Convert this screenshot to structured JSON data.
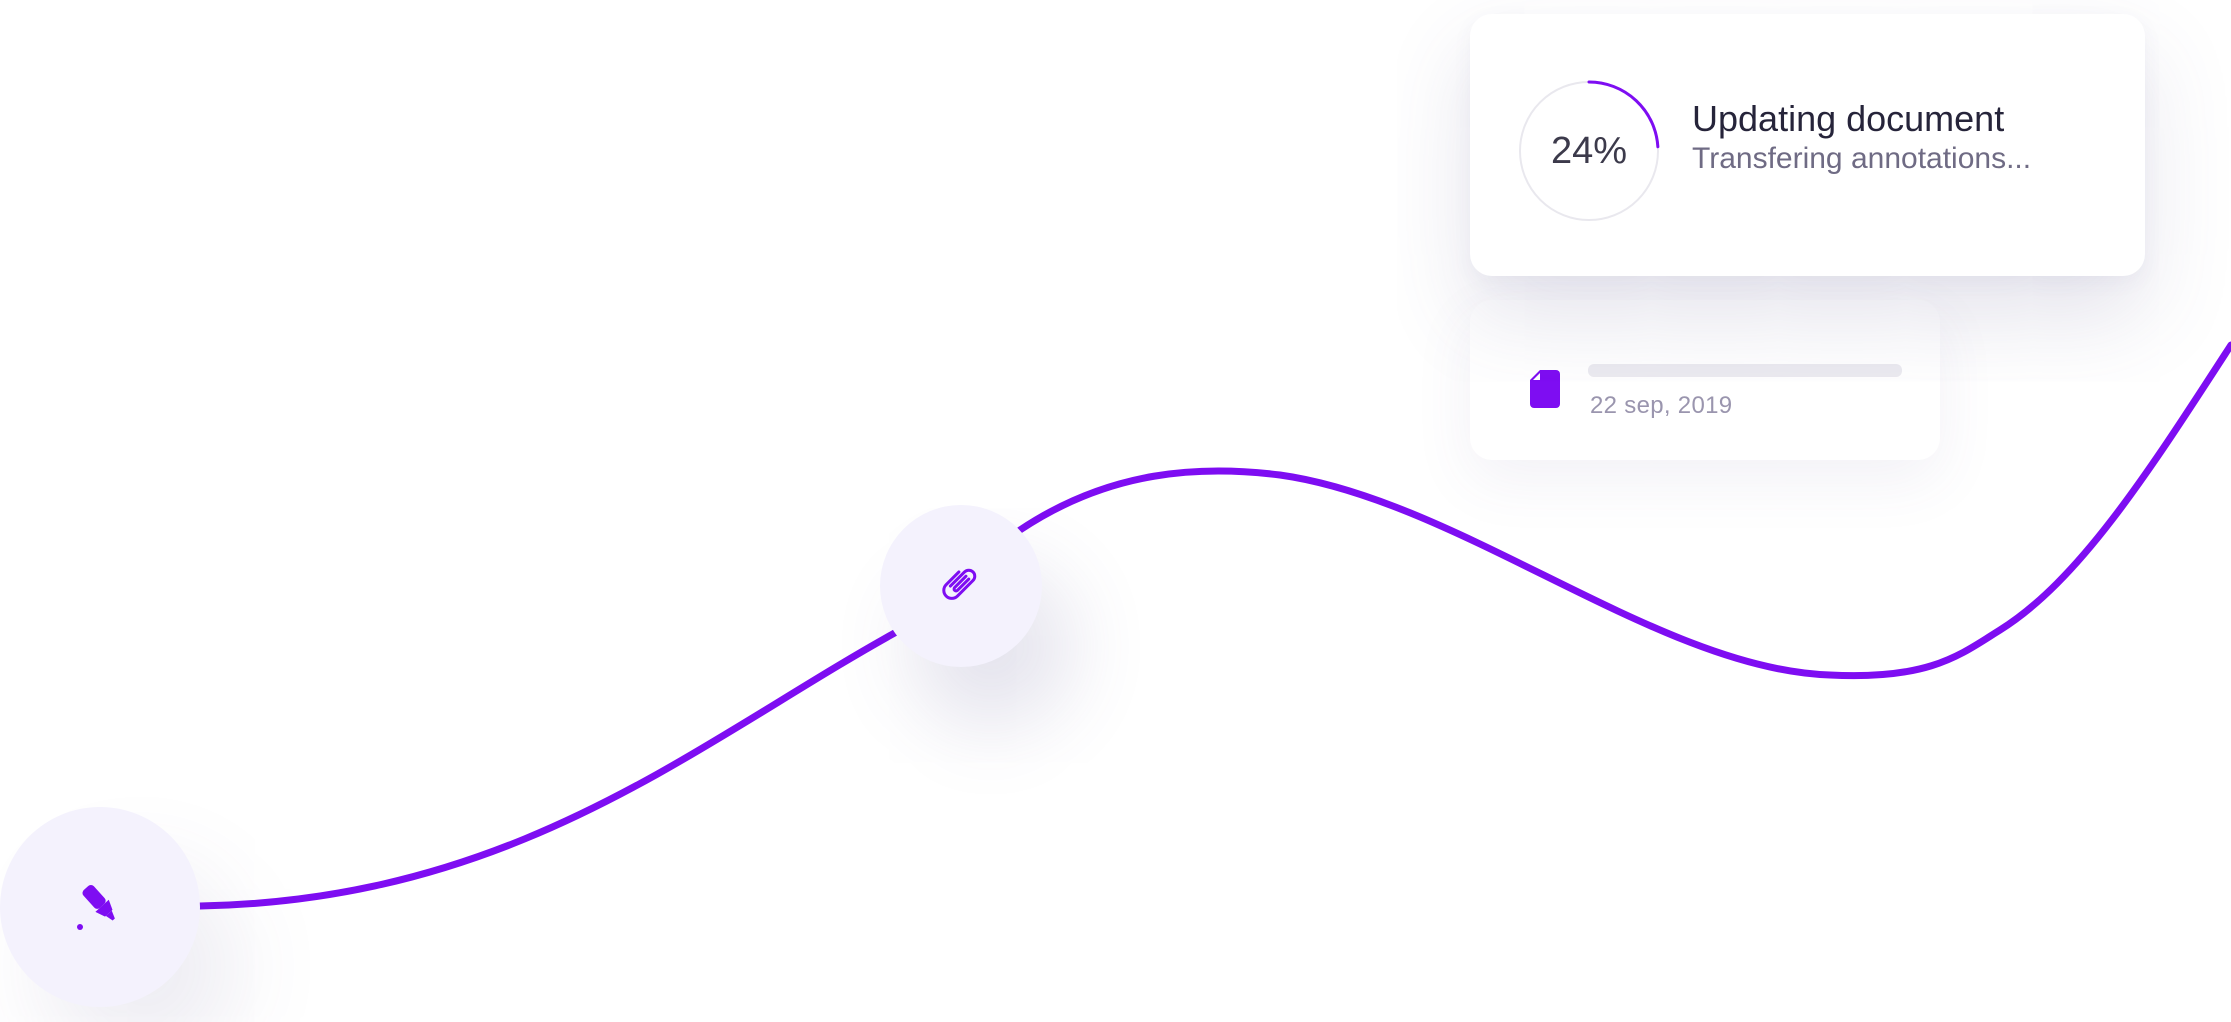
{
  "theme": {
    "accent": "#7e0df2",
    "node_bg": "#f4f2fd",
    "track": "#e9e8ee"
  },
  "nodes": [
    {
      "icon": "highlighter-icon"
    },
    {
      "icon": "paperclip-icon"
    }
  ],
  "progress_card": {
    "percent_label": "24%",
    "percent": 24,
    "title": "Updating document",
    "subtitle": "Transfering annotations..."
  },
  "document_card": {
    "icon": "document-icon",
    "date": "22 sep, 2019"
  }
}
